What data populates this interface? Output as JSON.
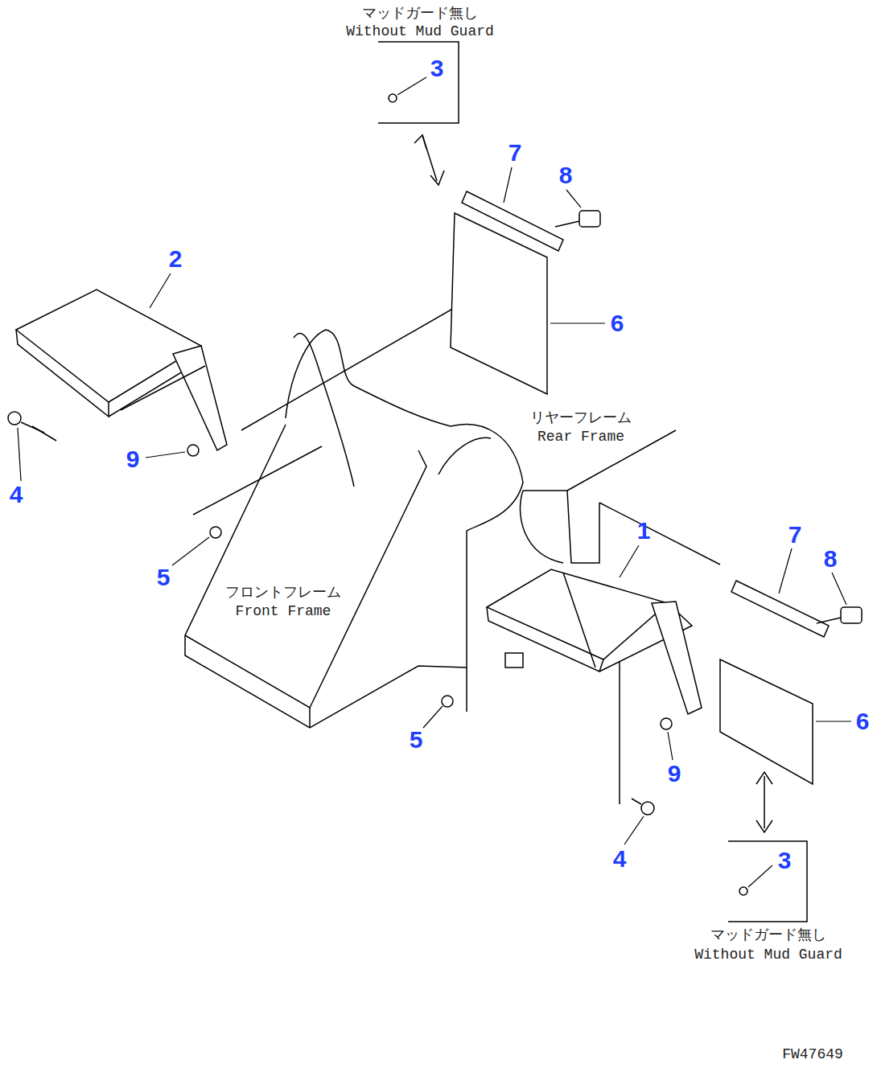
{
  "diagram": {
    "nodes": [
      {
        "text": [
          "マッドガード無し",
          "Without Mud Guard",
          "3"
        ]
      },
      {
        "text": [
          "3",
          "マッドガード無し",
          "Without Mud Guard"
        ]
      }
    ],
    "labels": [
      "7",
      "8",
      "2",
      "6",
      "9",
      "4",
      "リヤーフレーム",
      "Rear Frame",
      "1",
      "7",
      "8",
      "5",
      "フロントフレーム",
      "Front Frame",
      "6",
      "5",
      "9",
      "4",
      "FW47649"
    ]
  }
}
